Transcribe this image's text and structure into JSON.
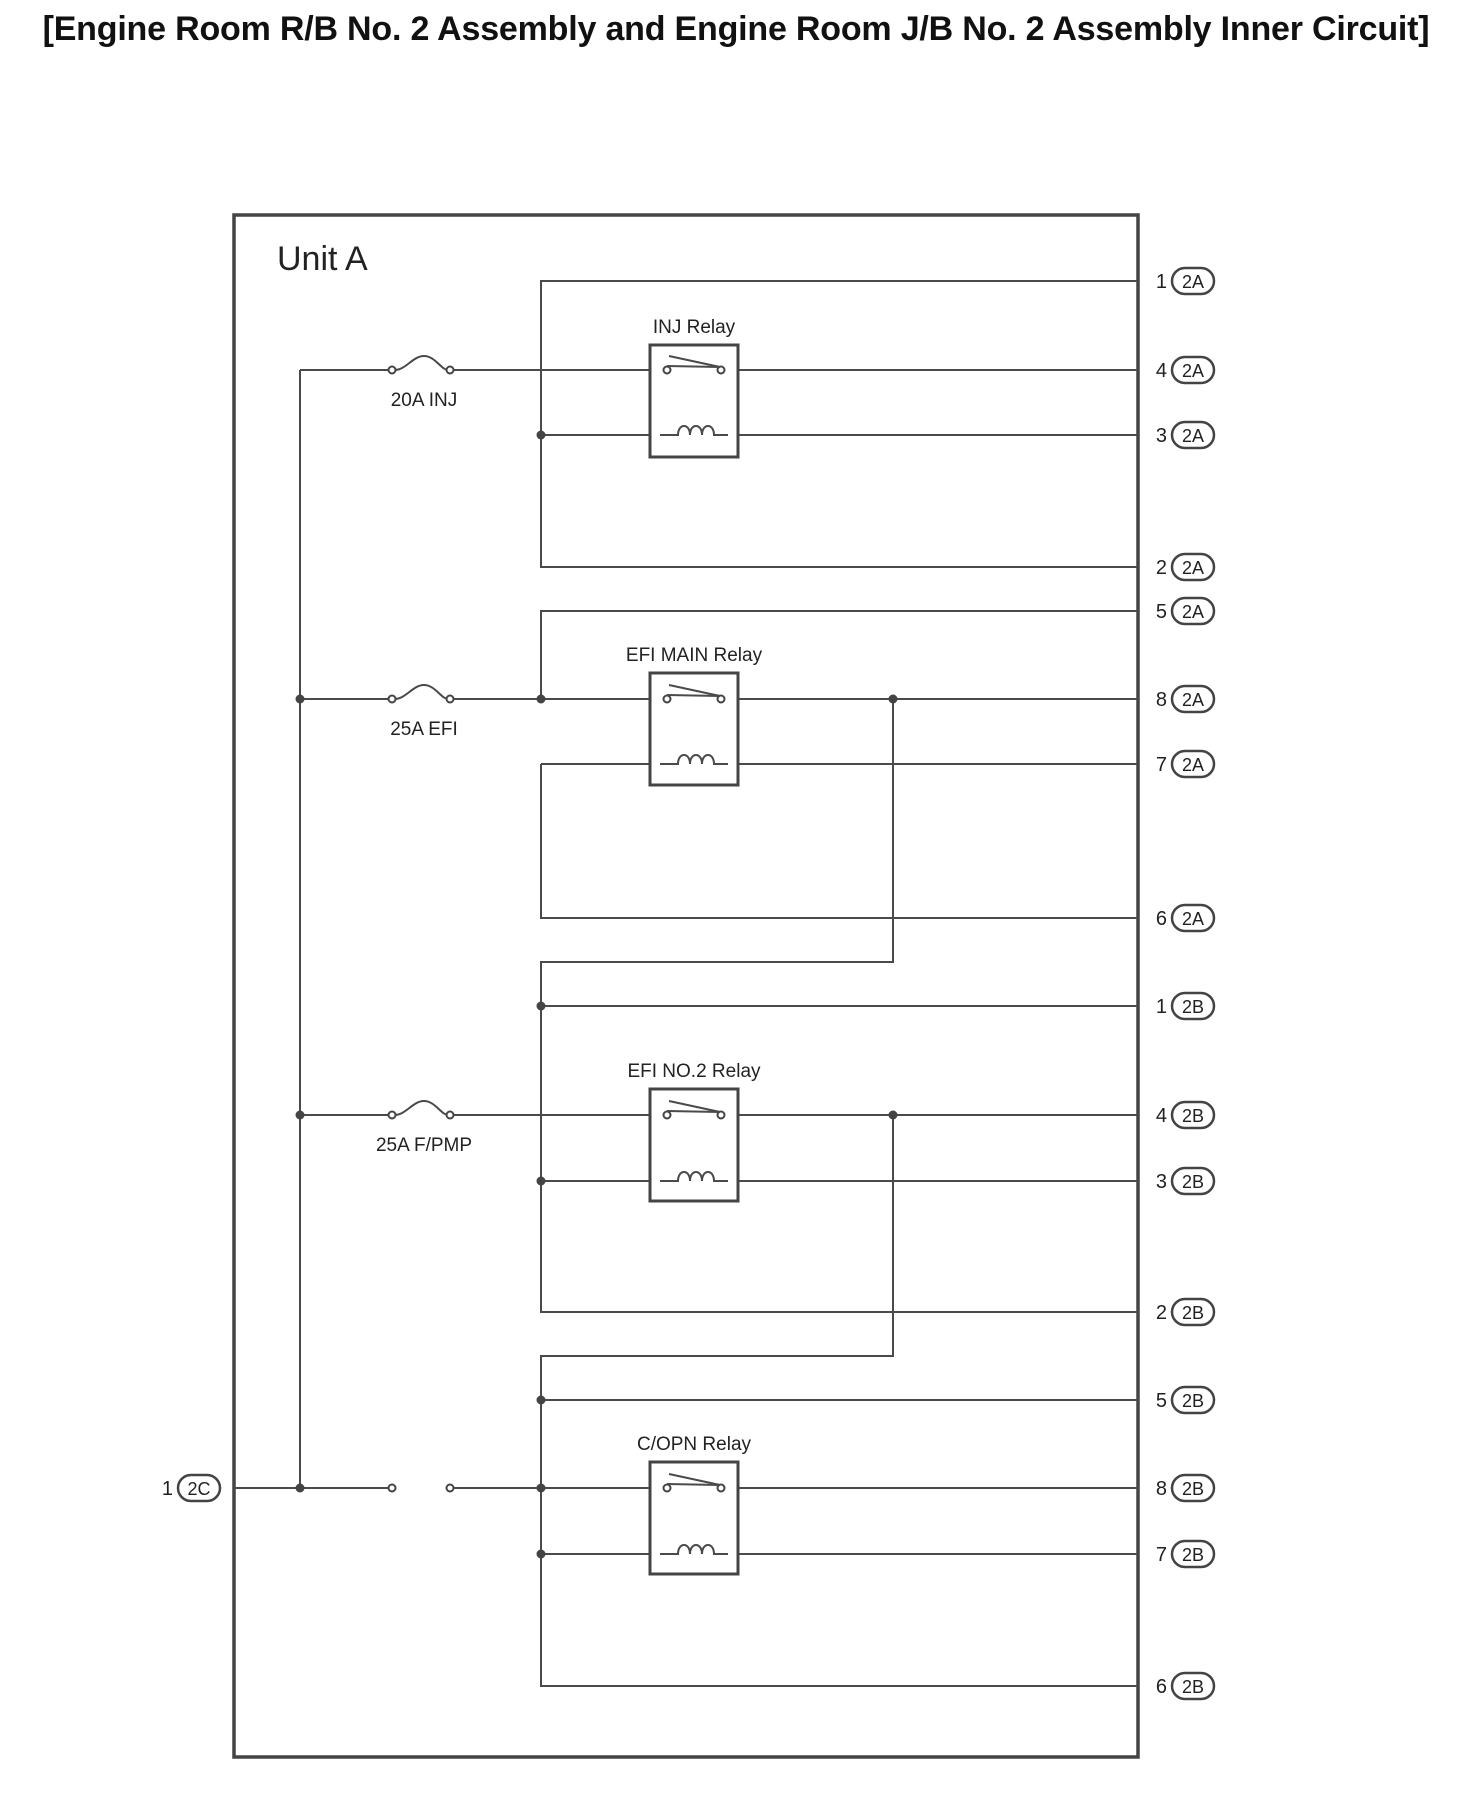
{
  "title": "[Engine Room R/B No. 2 Assembly and Engine Room J/B No. 2 Assembly Inner Circuit]",
  "unit_label": "Unit A",
  "relays": [
    {
      "id": "inj",
      "name": "INJ Relay"
    },
    {
      "id": "efi_main",
      "name": "EFI MAIN Relay"
    },
    {
      "id": "efi_no2",
      "name": "EFI NO.2 Relay"
    },
    {
      "id": "copn",
      "name": "C/OPN Relay"
    }
  ],
  "fuses": [
    {
      "id": "inj",
      "label": "20A INJ"
    },
    {
      "id": "efi",
      "label": "25A EFI"
    },
    {
      "id": "fpmp",
      "label": "25A F/PMP"
    }
  ],
  "connectors": [
    {
      "pin": "1",
      "conn": "2A"
    },
    {
      "pin": "4",
      "conn": "2A"
    },
    {
      "pin": "3",
      "conn": "2A"
    },
    {
      "pin": "2",
      "conn": "2A"
    },
    {
      "pin": "5",
      "conn": "2A"
    },
    {
      "pin": "8",
      "conn": "2A"
    },
    {
      "pin": "7",
      "conn": "2A"
    },
    {
      "pin": "6",
      "conn": "2A"
    },
    {
      "pin": "1",
      "conn": "2B"
    },
    {
      "pin": "4",
      "conn": "2B"
    },
    {
      "pin": "3",
      "conn": "2B"
    },
    {
      "pin": "2",
      "conn": "2B"
    },
    {
      "pin": "5",
      "conn": "2B"
    },
    {
      "pin": "8",
      "conn": "2B"
    },
    {
      "pin": "7",
      "conn": "2B"
    },
    {
      "pin": "6",
      "conn": "2B"
    }
  ],
  "input_connector": {
    "pin": "1",
    "conn": "2C"
  }
}
